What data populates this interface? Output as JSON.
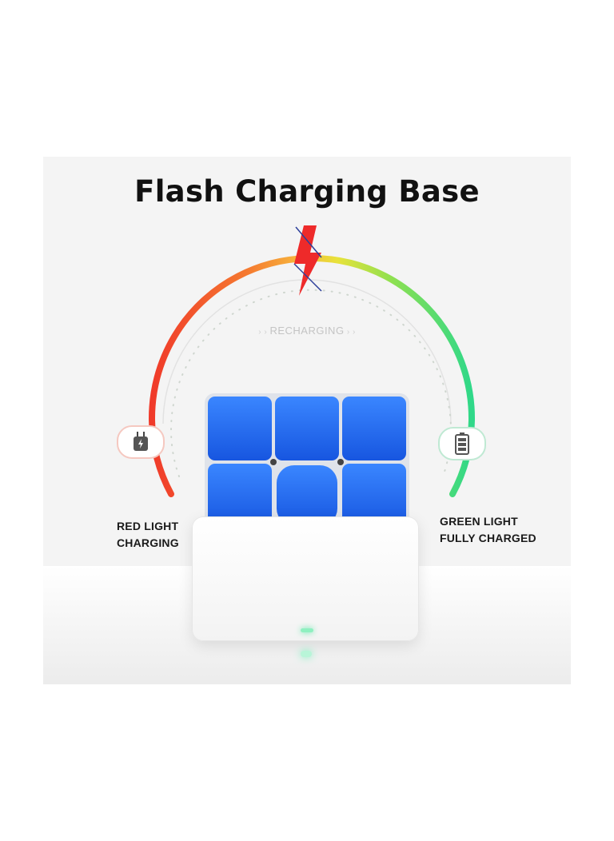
{
  "title": "Flash Charging Base",
  "recharging": "RECHARGING",
  "left_label": {
    "line1": "RED LIGHT",
    "line2": "CHARGING"
  },
  "right_label": {
    "line1": "GREEN LIGHT",
    "line2": "FULLY CHARGED"
  },
  "icons": {
    "left_badge": "plug-charging-icon",
    "right_badge": "battery-full-icon",
    "top": "lightning-bolt-icon"
  },
  "colors": {
    "red": "#f03a2a",
    "orange": "#f7a43a",
    "yellow": "#e9e23a",
    "green": "#2fd889",
    "cube_blue": "#1f6bf0",
    "led": "#5be8a8"
  }
}
